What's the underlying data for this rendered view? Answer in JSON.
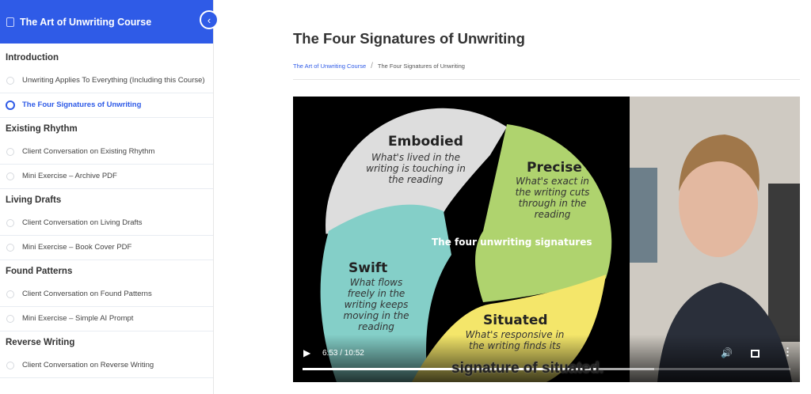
{
  "sidebar": {
    "title": "The Art of Unwriting Course",
    "sections": [
      {
        "title": "Introduction",
        "items": [
          {
            "label": "Unwriting Applies To Everything (Including this Course)"
          },
          {
            "label": "The Four Signatures of Unwriting",
            "active": true
          }
        ]
      },
      {
        "title": "Existing Rhythm",
        "items": [
          {
            "label": "Client Conversation on Existing Rhythm"
          },
          {
            "label": "Mini Exercise – Archive PDF"
          }
        ]
      },
      {
        "title": "Living Drafts",
        "items": [
          {
            "label": "Client Conversation on Living Drafts"
          },
          {
            "label": "Mini Exercise – Book Cover PDF"
          }
        ]
      },
      {
        "title": "Found Patterns",
        "items": [
          {
            "label": "Client Conversation on Found Patterns"
          },
          {
            "label": "Mini Exercise – Simple AI Prompt"
          }
        ]
      },
      {
        "title": "Reverse Writing",
        "items": [
          {
            "label": "Client Conversation on Reverse Writing"
          }
        ]
      }
    ]
  },
  "main": {
    "title": "The Four Signatures of Unwriting",
    "breadcrumb": {
      "parent": "The Art of Unwriting Course",
      "current": "The Four Signatures of Unwriting"
    }
  },
  "video": {
    "time": "6:53 / 10:52",
    "progress": 0.603,
    "buffered": 0.72,
    "subtitle": "signature of situated.",
    "slide": {
      "center": "The four unwriting signatures",
      "embodied": {
        "title": "Embodied",
        "text": "What's lived in the writing is touching in the reading"
      },
      "precise": {
        "title": "Precise",
        "text": "What's exact in the writing cuts through in the reading"
      },
      "swift": {
        "title": "Swift",
        "text": "What flows freely in the writing keeps moving in the reading"
      },
      "situated": {
        "title": "Situated",
        "text": "What's responsive in the writing finds its"
      }
    }
  },
  "colors": {
    "accent": "#2f5be7"
  }
}
